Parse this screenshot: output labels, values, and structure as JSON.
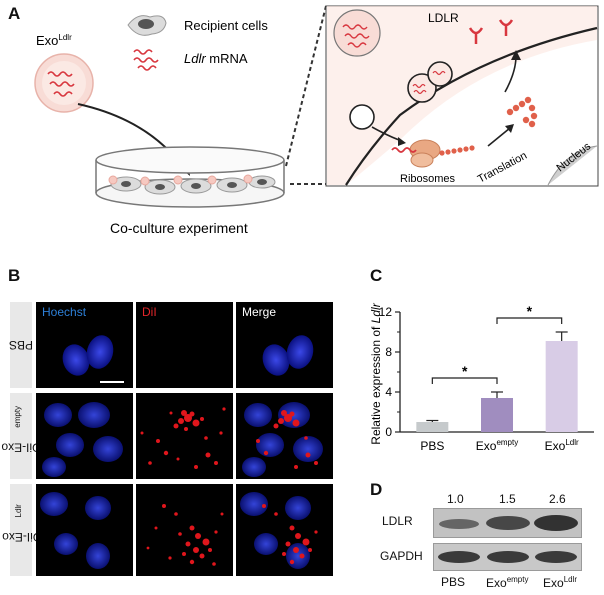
{
  "panel_a": {
    "letter": "A",
    "exo_base": "Exo",
    "exo_sup": "Ldlr",
    "legend_cells": "Recipient cells",
    "legend_mrna_italic": "Ldlr",
    "legend_mrna_rest": " mRNA",
    "caption": "Co-culture experiment",
    "ldlr": "LDLR",
    "ribosomes": "Ribosomes",
    "translation": "Translation",
    "nucleus": "Nucleus",
    "colors": {
      "membrane": "#b8485a",
      "inset_bg": "#fbe7e1",
      "mrna": "#d8373f",
      "protein": "#e0604a",
      "ribosome": "#e9a883"
    }
  },
  "panel_b": {
    "letter": "B",
    "col_labels": [
      "Hoechst",
      "DiI",
      "Merge"
    ],
    "col_colors": [
      "#2d7fd6",
      "#e2262a",
      "#ffffff"
    ],
    "rows": [
      {
        "base": "PBS",
        "sup": ""
      },
      {
        "base": "DiI-Exo",
        "sup": "empty"
      },
      {
        "base": "DiI-Exo",
        "sup": "Ldlr"
      }
    ]
  },
  "panel_c": {
    "letter": "C",
    "chart_data": {
      "type": "bar",
      "categories": [
        "PBS",
        "Exo^empty",
        "Exo^Ldlr"
      ],
      "category_base": [
        "PBS",
        "Exo",
        "Exo"
      ],
      "category_sup": [
        "",
        "empty",
        "Ldlr"
      ],
      "values": [
        1.0,
        3.4,
        9.1
      ],
      "errors": [
        0.15,
        0.6,
        0.9
      ],
      "ylabel_prefix": "Relative expression of ",
      "ylabel_italic": "Ldlr",
      "ylim": [
        0,
        12
      ],
      "yticks": [
        0,
        4,
        8,
        12
      ],
      "yminor": [
        2,
        6,
        10
      ],
      "significance": [
        {
          "from": 0,
          "to": 1,
          "label": "*"
        },
        {
          "from": 1,
          "to": 2,
          "label": "*"
        }
      ],
      "colors": [
        "#c6cacc",
        "#a08dbf",
        "#d8cce6"
      ]
    }
  },
  "panel_d": {
    "letter": "D",
    "ratios": [
      "1.0",
      "1.5",
      "2.6"
    ],
    "row_labels": [
      "LDLR",
      "GAPDH"
    ],
    "lane_base": [
      "PBS",
      "Exo",
      "Exo"
    ],
    "lane_sup": [
      "",
      "empty",
      "Ldlr"
    ]
  }
}
